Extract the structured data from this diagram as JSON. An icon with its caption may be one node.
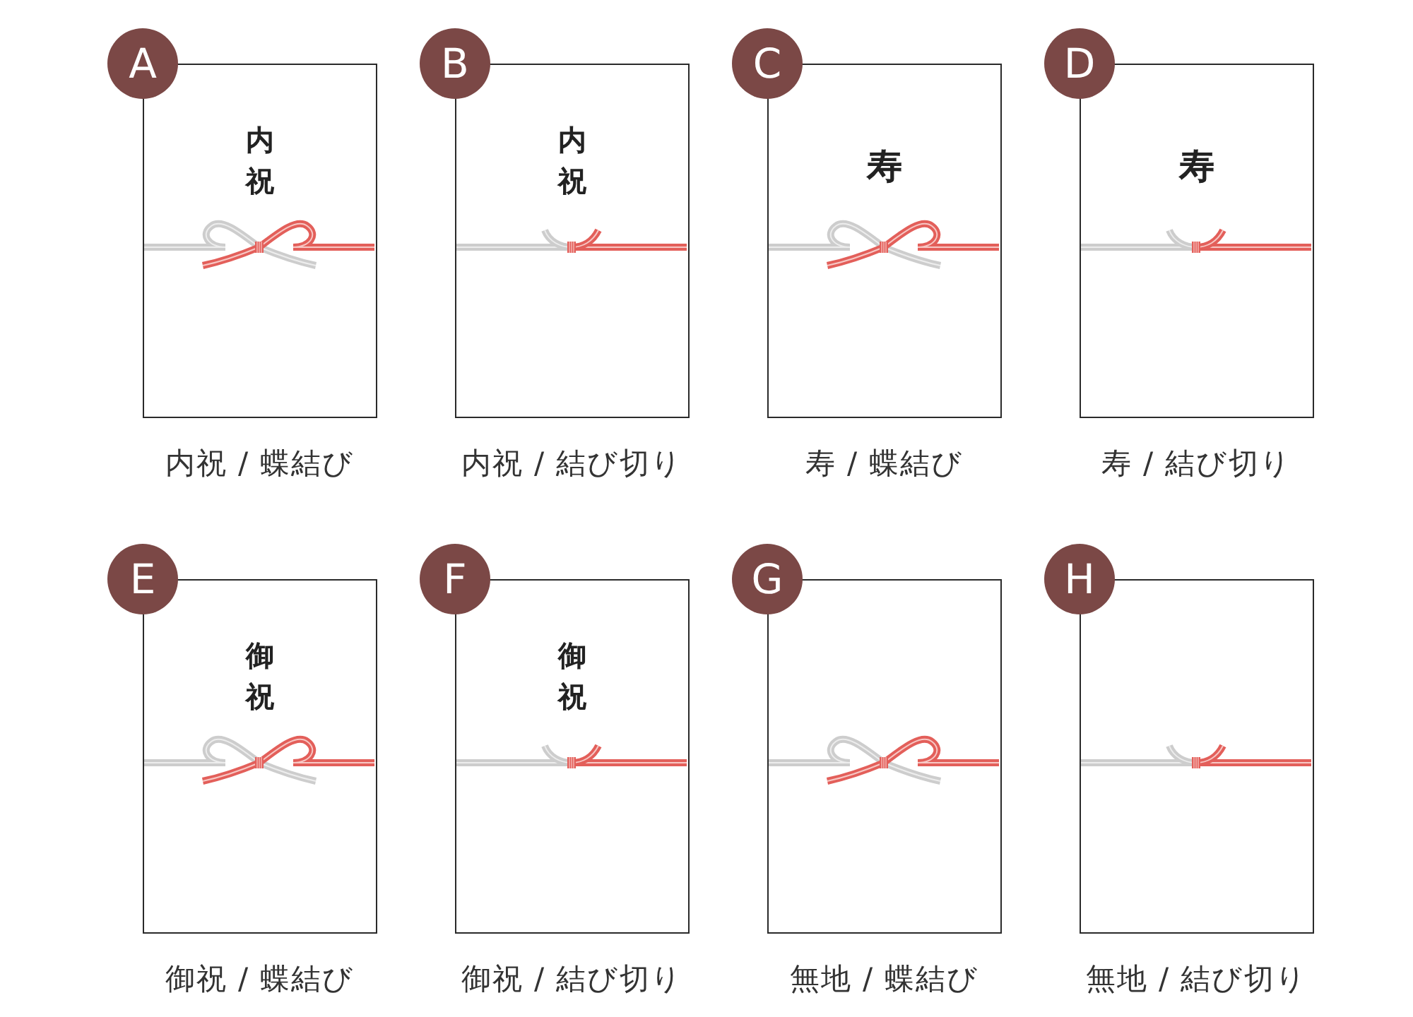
{
  "diagram": {
    "nodes": [
      {
        "text": [
          "A"
        ]
      },
      {
        "text": [
          "内祝"
        ],
        "beside": [
          "内祝 / 蝶結び"
        ]
      },
      {
        "text": [
          "B"
        ]
      },
      {
        "text": [
          "内祝"
        ],
        "beside": [
          "内祝 / 結び切り"
        ]
      },
      {
        "text": [
          "C"
        ]
      },
      {
        "text": [
          "寿"
        ],
        "beside": [
          "寿 / 蝶結び"
        ]
      },
      {
        "text": [
          "D"
        ]
      },
      {
        "text": [
          "寿"
        ],
        "beside": [
          "寿 / 結び切り"
        ]
      },
      {
        "text": [
          "E"
        ]
      },
      {
        "text": [
          "御祝"
        ],
        "beside": [
          "御祝 / 蝶結び"
        ]
      },
      {
        "text": [
          "F"
        ]
      },
      {
        "text": [
          "御祝"
        ],
        "beside": [
          "御祝 / 結び切り"
        ]
      },
      {
        "text": [
          "G"
        ]
      },
      {
        "text": [],
        "shape": "box",
        "beside": [
          "無地 / 蝶結び"
        ]
      },
      {
        "text": [
          "H"
        ]
      },
      {
        "text": [],
        "shape": "box",
        "beside": [
          "無地 / 結び切り"
        ]
      }
    ]
  }
}
